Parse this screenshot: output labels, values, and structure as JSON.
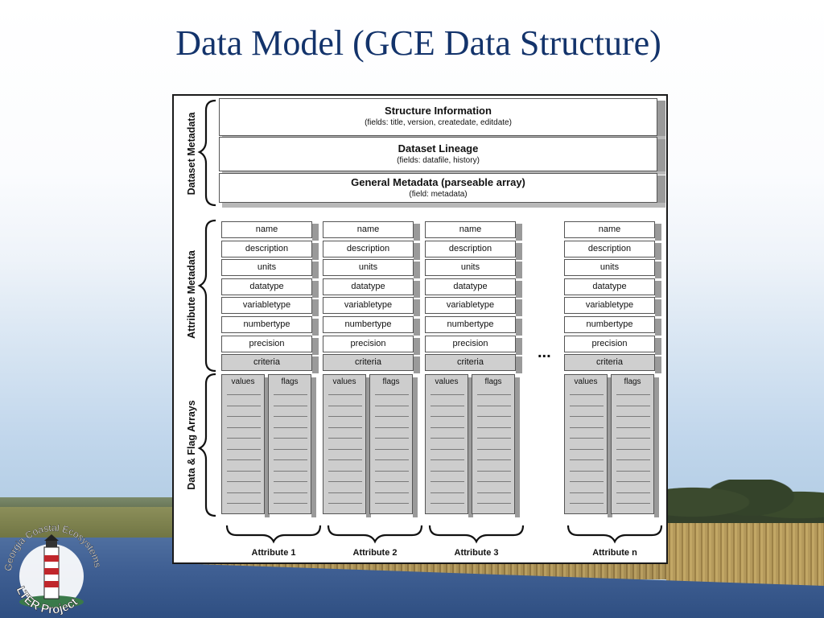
{
  "title": "Data Model (GCE Data Structure)",
  "side_labels": {
    "dataset": "Dataset Metadata",
    "attribute": "Attribute Metadata",
    "arrays": "Data & Flag Arrays"
  },
  "dataset_boxes": [
    {
      "title": "Structure Information",
      "fields": "(fields: title, version, createdate, editdate)"
    },
    {
      "title": "Dataset Lineage",
      "fields": "(fields: datafile, history)"
    },
    {
      "title": "General Metadata (parseable array)",
      "fields": "(field: metadata)"
    }
  ],
  "attribute_fields": [
    "name",
    "description",
    "units",
    "datatype",
    "variabletype",
    "numbertype",
    "precision",
    "criteria"
  ],
  "array_headers": {
    "values": "values",
    "flags": "flags"
  },
  "attributes": [
    "Attribute 1",
    "Attribute 2",
    "Attribute 3",
    "Attribute n"
  ],
  "ellipsis": "...",
  "logo": {
    "top_text": "Georgia Coastal Ecosystems",
    "bottom_text": "LTER Project"
  }
}
